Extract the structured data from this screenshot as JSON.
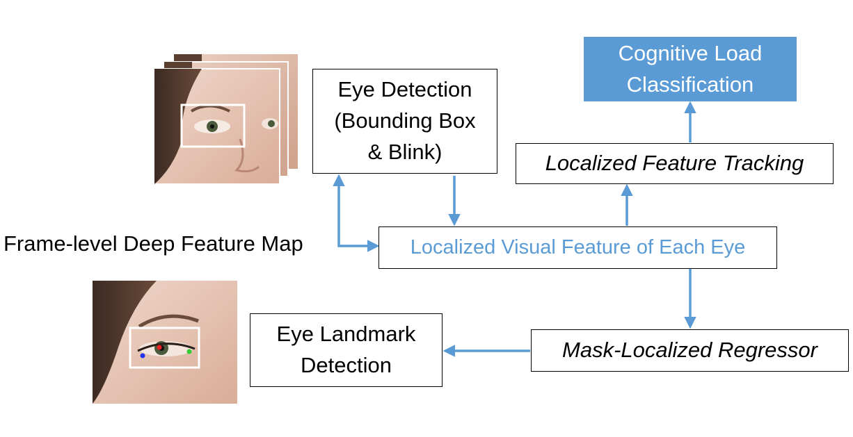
{
  "nodes": {
    "eye_detection": "Eye Detection\n(Bounding Box\n& Blink)",
    "cognitive_load": "Cognitive Load\nClassification",
    "feature_tracking": "Localized Feature Tracking",
    "localized_visual_feature": "Localized Visual Feature of Each Eye",
    "mask_regressor": "Mask-Localized Regressor",
    "eye_landmark": "Eye Landmark\nDetection"
  },
  "frame_map_label": "Frame-level Deep Feature Map",
  "colors": {
    "accent": "#5b9bd5",
    "box_border": "#000000",
    "text": "#000000",
    "landmark_dots": [
      "#2233ee",
      "#ee2222",
      "#33cc33"
    ]
  },
  "images": {
    "top": "eye-face-frames-photo",
    "bottom": "eye-landmark-closeup-photo"
  }
}
